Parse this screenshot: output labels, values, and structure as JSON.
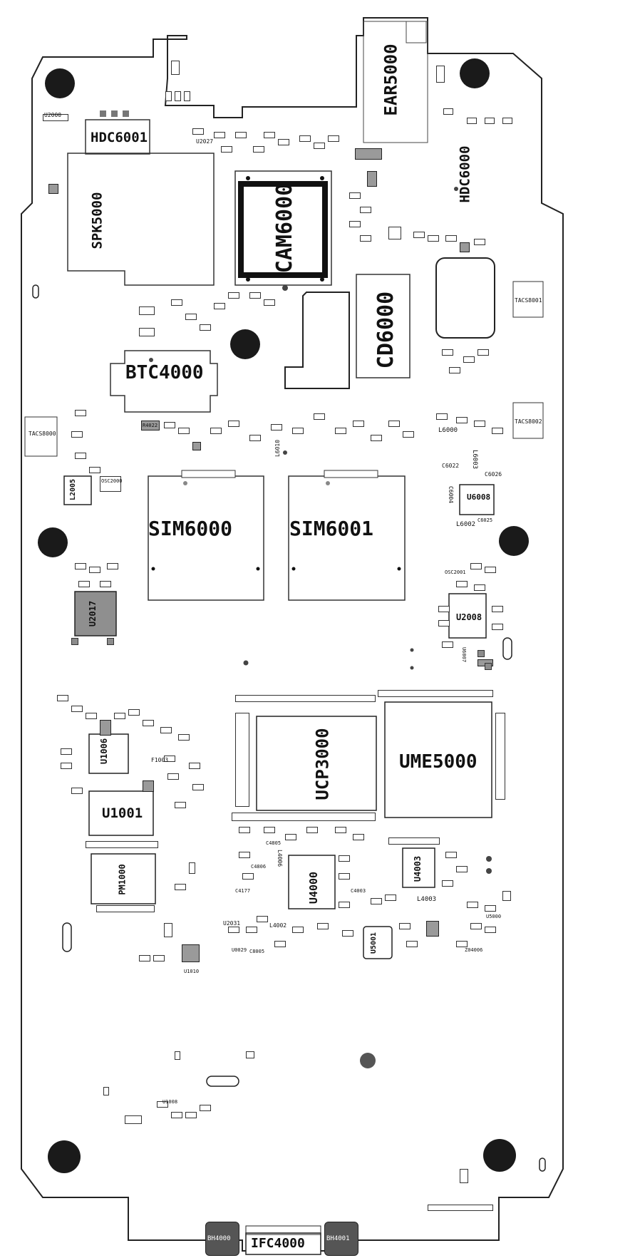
{
  "labels": {
    "ear5000": "EAR5000",
    "hdc6001": "HDC6001",
    "hdc6000": "HDC6000",
    "spk5000": "SPK5000",
    "cam6000": "CAM6000",
    "cd6000": "CD6000",
    "btc4000": "BTC4000",
    "tacs8001": "TACS8001",
    "tacs8002": "TACS8002",
    "tacs8000": "TACS8000",
    "sim6000": "SIM6000",
    "sim6001": "SIM6001",
    "u2017": "U2017",
    "u2008": "U2008",
    "u2000": "U2000",
    "u2027": "U2027",
    "l2005": "L2005",
    "osc2000": "OSC2000",
    "osc2001": "OSC2001",
    "u6008": "U6008",
    "l6002": "L6002",
    "l6000": "L6000",
    "l6003": "L6003",
    "c6022": "C6022",
    "c6026": "C6026",
    "c6025": "C6025",
    "c6004": "C6004",
    "r4022": "R4022",
    "l6010": "L6010",
    "u1006": "U1006",
    "u1001": "U1001",
    "f1003": "F1003",
    "pm1000": "PM1000",
    "ucp3000": "UCP3000",
    "ume5000": "UME5000",
    "u4000": "U4000",
    "u4003": "U4003",
    "l4003": "L4003",
    "l4002": "L4002",
    "l4006": "L4006",
    "c4806": "C4806",
    "c4805": "C4805",
    "c4003": "C4003",
    "u5001": "U5001",
    "u5000": "U5000",
    "u2031": "U2031",
    "u0029": "U0029",
    "z04006": "Z04006",
    "u1010": "U1010",
    "u1008": "U1008",
    "ifc4000": "IFC4000",
    "bh4000": "BH4000",
    "bh4001": "BH4001",
    "u6007": "U6007",
    "c4177": "C4177",
    "c8005": "C8005"
  },
  "colors": {
    "outline": "#222222",
    "hole": "#1a1a1a",
    "pad_gray": "#8c8c8c",
    "board": "#ffffff"
  }
}
